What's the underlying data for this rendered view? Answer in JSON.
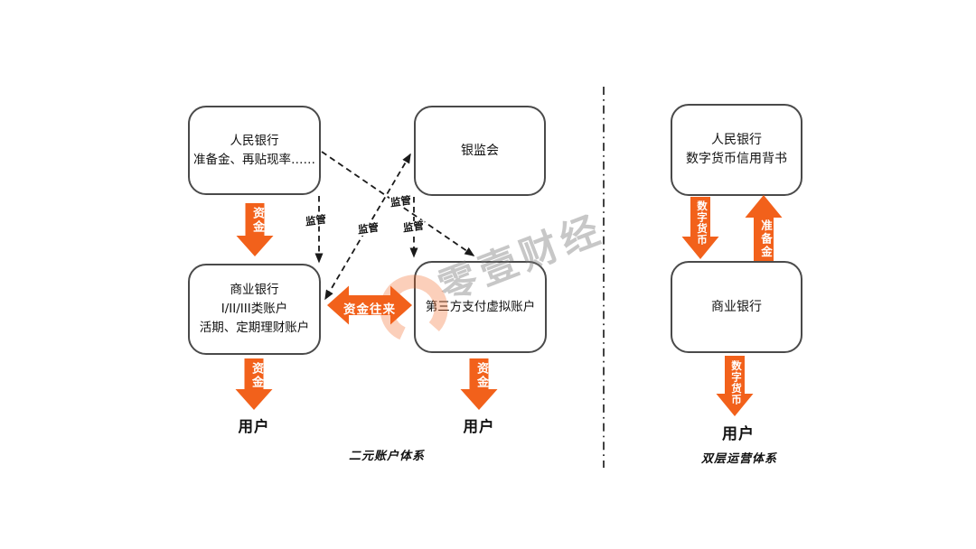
{
  "diagram_left": {
    "caption": "二元账户体系",
    "box_pboc": {
      "line1": "人民银行",
      "line2": "准备金、再贴现率……"
    },
    "box_cbrc": {
      "line1": "银监会"
    },
    "box_bank": {
      "line1": "商业银行",
      "line2": "I/II/III类账户",
      "line3": "活期、定期理财账户"
    },
    "box_tpp": {
      "line1": "第三方支付虚拟账户"
    },
    "arrow_funds_pboc_bank": "资金",
    "arrow_funds_bank_user": "资金",
    "arrow_funds_tpp_user": "资金",
    "arrow_funds_flow": "资金往来",
    "supervision": [
      "监管",
      "监管",
      "监管",
      "监管"
    ],
    "user_bank": "用户",
    "user_tpp": "用户"
  },
  "diagram_right": {
    "caption": "双层运营体系",
    "box_pboc": {
      "line1": "人民银行",
      "line2": "数字货币信用背书"
    },
    "box_bank": {
      "line1": "商业银行"
    },
    "arrow_digital_down": "数字货币",
    "arrow_reserve_up": "准备金",
    "arrow_digital_user": "数字货币",
    "user": "用户"
  },
  "watermark_text": "零壹财经",
  "colors": {
    "accent_orange": "#F2611B",
    "box_border": "#4A4A4A",
    "dashed_line": "#1A1A1A",
    "watermark_gray": "#7A7A7A"
  }
}
